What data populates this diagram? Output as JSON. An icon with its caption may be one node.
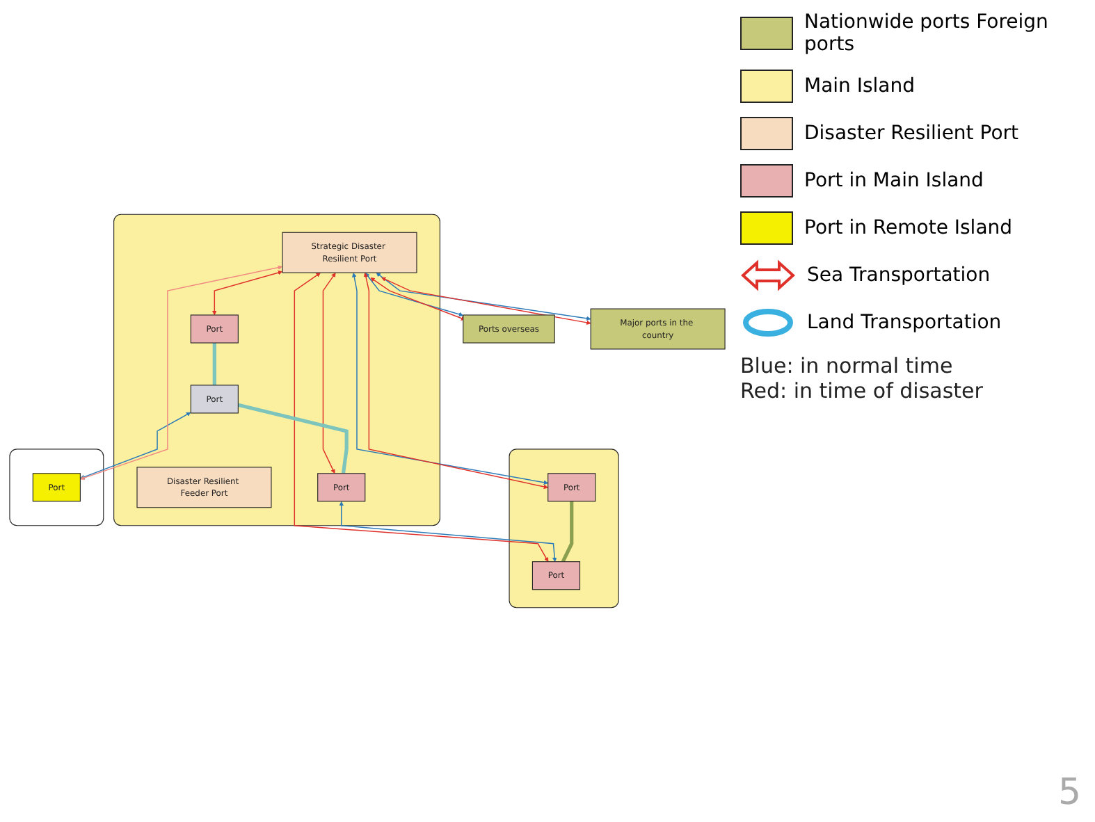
{
  "diagram": {
    "nodes": [
      {
        "text": [
          "Ports overseas"
        ]
      },
      {
        "text": [
          "Major ports in the country"
        ]
      },
      {
        "text": [],
        "shape": "box"
      },
      {
        "text": [
          "Disaster Resilient Feeder Port"
        ],
        "in": 2
      },
      {
        "text": [
          "Strategic Disaster Resilient Port"
        ],
        "in": 2
      },
      {
        "text": [
          "Port"
        ],
        "in": 2
      },
      {
        "text": [
          "Port"
        ],
        "in": 2
      },
      {
        "text": [
          "Port"
        ],
        "in": 2
      },
      {
        "text": [],
        "shape": "box"
      },
      {
        "text": [
          "Port"
        ],
        "in": 8
      },
      {
        "text": [
          "Port"
        ],
        "in": 8
      },
      {
        "text": [],
        "shape": "box"
      },
      {
        "text": [
          "Port"
        ],
        "in": 11
      }
    ],
    "edges": [
      {
        "from": 4,
        "to": 0,
        "arrow": "both",
        "color": "#2a7ab8"
      },
      {
        "from": 4,
        "to": 0,
        "arrow": "both"
      },
      {
        "from": 4,
        "to": 1,
        "arrow": "both",
        "color": "#2a7ab8"
      },
      {
        "from": 4,
        "to": 1,
        "arrow": "both"
      },
      {
        "from": 4,
        "to": 9,
        "arrow": "both",
        "color": "#2a7ab8"
      },
      {
        "from": 4,
        "to": 9,
        "arrow": "both"
      },
      {
        "from": 4,
        "to": 10,
        "arrow": "both"
      },
      {
        "from": 4,
        "to": 7,
        "arrow": "both"
      },
      {
        "from": 4,
        "to": 5,
        "arrow": "both"
      },
      {
        "from": 7,
        "to": 10,
        "arrow": "both",
        "color": "#2a7ab8"
      },
      {
        "from": 6,
        "to": 12,
        "arrow": "both",
        "color": "#2a7ab8"
      },
      {
        "from": 4,
        "to": 12,
        "arrow": "both",
        "color": "#f08a80"
      },
      {
        "from": 5,
        "to": 6,
        "arrow": "none",
        "style": "thick",
        "color": "#7cc4bc"
      },
      {
        "from": 6,
        "to": 7,
        "arrow": "none",
        "style": "thick",
        "color": "#7cc4bc"
      },
      {
        "from": 9,
        "to": 10,
        "arrow": "none",
        "style": "thick",
        "color": "#8aa050"
      }
    ],
    "labels": [
      "Blue: in normal  time",
      "Red: in time of disaster",
      "5"
    ],
    "legend": [
      {
        "text": "Nationwide ports Foreign ports",
        "color": "#c6c97a"
      },
      {
        "text": "Main Island",
        "color": "#fbf0a0"
      },
      {
        "text": "Disaster Resilient Port",
        "color": "#f8dcc0"
      },
      {
        "text": "Port in Main Island",
        "color": "#e8b0b0"
      },
      {
        "text": "Port in Remote Island",
        "color": "#f5ef00"
      },
      {
        "text": "Sea Transportation"
      },
      {
        "text": "Land Transportation"
      }
    ]
  }
}
